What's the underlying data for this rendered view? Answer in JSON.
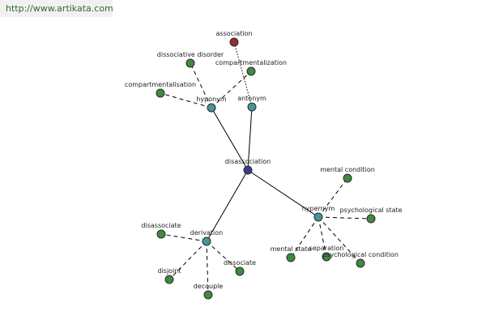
{
  "site": {
    "url": "http://www.artikata.com"
  },
  "colors": {
    "center": "#3b3b8c",
    "relation": "#4a9494",
    "leaf": "#3f8a3f",
    "antonym_leaf": "#8c3030"
  },
  "graph": {
    "nodes": [
      {
        "id": "disassociation",
        "label": "disassociation",
        "kind": "center"
      },
      {
        "id": "hyponym",
        "label": "hyponym",
        "kind": "relation"
      },
      {
        "id": "antonym",
        "label": "antonym",
        "kind": "relation"
      },
      {
        "id": "hypernym",
        "label": "hypernym",
        "kind": "relation"
      },
      {
        "id": "derivation",
        "label": "derivation",
        "kind": "relation"
      },
      {
        "id": "association",
        "label": "association",
        "kind": "antonym_leaf"
      },
      {
        "id": "dissociative-disorder",
        "label": "dissociative disorder",
        "kind": "leaf"
      },
      {
        "id": "compartmentalization",
        "label": "compartmentalization",
        "kind": "leaf"
      },
      {
        "id": "compartmentalisation",
        "label": "compartmentalisation",
        "kind": "leaf"
      },
      {
        "id": "mental-condition",
        "label": "mental condition",
        "kind": "leaf"
      },
      {
        "id": "psychological-state",
        "label": "psychological state",
        "kind": "leaf"
      },
      {
        "id": "mental-state",
        "label": "mental state",
        "kind": "leaf"
      },
      {
        "id": "separation",
        "label": "separation",
        "kind": "leaf"
      },
      {
        "id": "psychological-condition",
        "label": "psychological condition",
        "kind": "leaf"
      },
      {
        "id": "disassociate",
        "label": "disassociate",
        "kind": "leaf"
      },
      {
        "id": "dissociate",
        "label": "dissociate",
        "kind": "leaf"
      },
      {
        "id": "disjoint",
        "label": "disjoint",
        "kind": "leaf"
      },
      {
        "id": "decouple",
        "label": "decouple",
        "kind": "leaf"
      }
    ],
    "edges": [
      {
        "from": "disassociation",
        "to": "hyponym",
        "style": "solid"
      },
      {
        "from": "disassociation",
        "to": "antonym",
        "style": "solid"
      },
      {
        "from": "disassociation",
        "to": "hypernym",
        "style": "solid"
      },
      {
        "from": "disassociation",
        "to": "derivation",
        "style": "solid"
      },
      {
        "from": "antonym",
        "to": "association",
        "style": "dotted"
      },
      {
        "from": "hyponym",
        "to": "dissociative-disorder",
        "style": "dashed"
      },
      {
        "from": "hyponym",
        "to": "compartmentalization",
        "style": "dashed"
      },
      {
        "from": "hyponym",
        "to": "compartmentalisation",
        "style": "dashed"
      },
      {
        "from": "hypernym",
        "to": "mental-condition",
        "style": "dashed"
      },
      {
        "from": "hypernym",
        "to": "psychological-state",
        "style": "dashed"
      },
      {
        "from": "hypernym",
        "to": "mental-state",
        "style": "dashed"
      },
      {
        "from": "hypernym",
        "to": "separation",
        "style": "dashed"
      },
      {
        "from": "hypernym",
        "to": "psychological-condition",
        "style": "dashed"
      },
      {
        "from": "derivation",
        "to": "disassociate",
        "style": "dashed"
      },
      {
        "from": "derivation",
        "to": "dissociate",
        "style": "dashed"
      },
      {
        "from": "derivation",
        "to": "disjoint",
        "style": "dashed"
      },
      {
        "from": "derivation",
        "to": "decouple",
        "style": "dashed"
      }
    ]
  }
}
